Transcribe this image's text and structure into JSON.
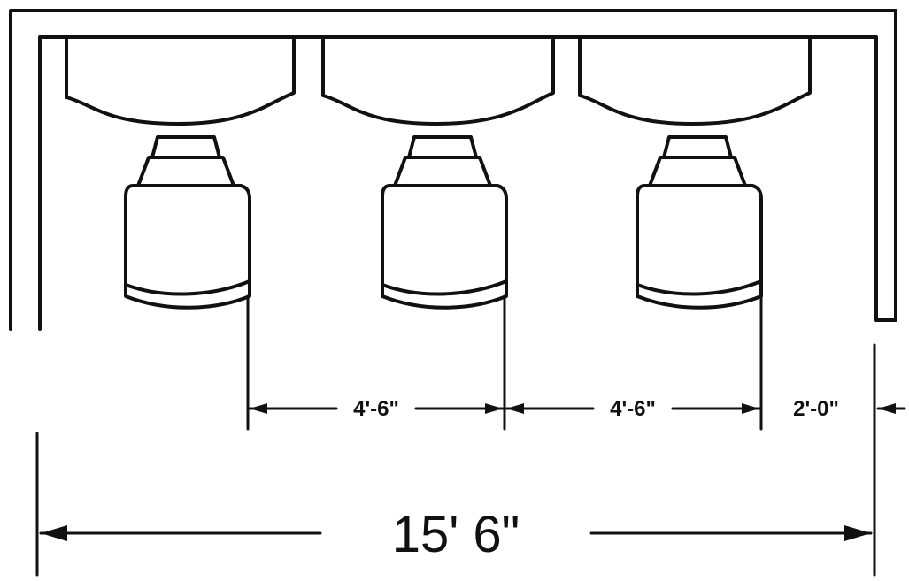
{
  "dimensions": {
    "spacing_1": "4'-6\"",
    "spacing_2": "4'-6\"",
    "end_clearance": "2'-0\"",
    "overall_width": "15' 6\""
  },
  "workstations": [
    {
      "id": "station-1"
    },
    {
      "id": "station-2"
    },
    {
      "id": "station-3"
    }
  ]
}
